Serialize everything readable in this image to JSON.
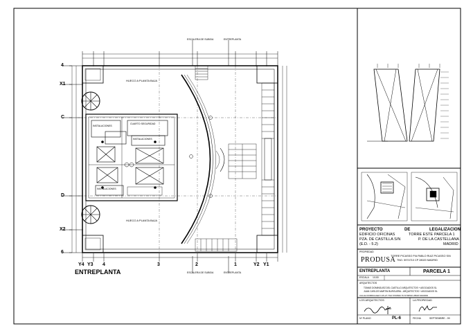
{
  "drawing": {
    "floor_label": "ENTREPLANTA",
    "zone_labels": [
      "HUECO A PLANTA BAJA",
      "HUECO A PLANTA BAJA"
    ],
    "core_labels": [
      "INSTALACIONES",
      "CUARTO SEGURIDAD",
      "INSTALACIONES",
      "INSTALACIONES"
    ],
    "callouts_top": [
      "ESCALERA DE SUBIDA",
      "ENTREPLANTA"
    ],
    "callouts_bottom": [
      "ESCALERA DE SUBIDA",
      "ENTREPLANTA"
    ],
    "axes_left": [
      "4",
      "X1",
      "C",
      "D",
      "X2",
      "6"
    ],
    "axes_bottom": [
      "Y4",
      "Y3",
      "4",
      "3",
      "2",
      "1",
      "Y2",
      "Y1"
    ]
  },
  "title_block": {
    "project": {
      "label": "PROYECTO",
      "de": "DE",
      "type": "LEGALIZACION",
      "line1_left": "EDIFICIO OFICINAS",
      "line1_mid": "TORRE ESTE",
      "line1_right": "PARCELA 1",
      "line2_left": "PZA. DE CASTILLA S/N",
      "line2_right": "P. DE LA CASTELLANA",
      "line3_left": "(E.D. - 5.2)",
      "line3_right": "MADRID"
    },
    "owner": {
      "label": "PROPIEDAD",
      "name": "PRODUSA",
      "address1": "TORRE PICASSO P/A PABLO RUIZ PICASSO S/N",
      "address2": "TNO. 5974710 CP 28020 MADRID"
    },
    "sheet_title": "ENTREPLANTA",
    "parcel": "PARCELA 1",
    "scale_label": "ESCALA",
    "scale_value": "1/100",
    "architects_label": "ARQUITECTOS",
    "architects_line1": "TOMAS DOMINGUEZ DEL CASTILLO ARQUITECTOS + ASOCIADOS SL",
    "architects_line2": "JUAN CARLOS MARTIN BURGUERA - ARQUITECTOS + ASOCIADOS SL",
    "address_line": "CALLE DOMINGUEZ N 25-27 TNO 5706560 TN 5706510 28020 MADRID",
    "sig_left_label": "LOS ARQUITECTOS",
    "sig_right_label": "LA PROPIEDAD",
    "bottom_left": "Nº PLANO",
    "bottom_mid": "PL-6",
    "bottom_date_label": "FECHA",
    "bottom_date": "SEPTIEMBRE - 99"
  }
}
